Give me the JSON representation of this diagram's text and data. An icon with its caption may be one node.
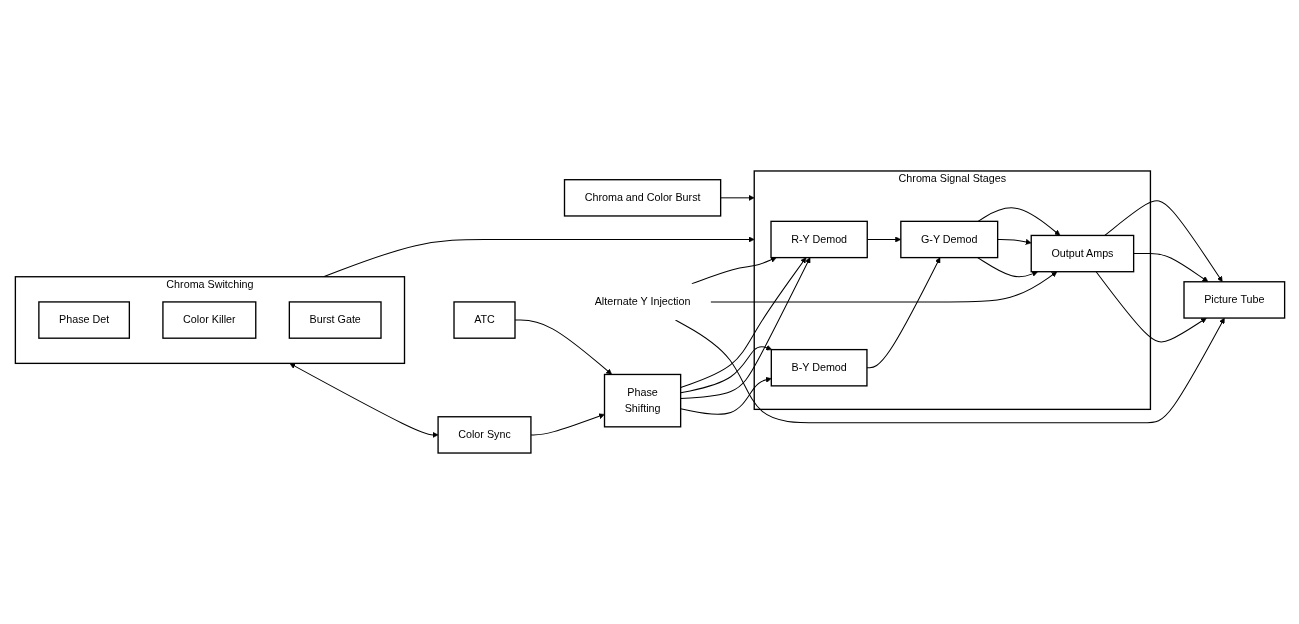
{
  "diagram": {
    "nodes": [
      {
        "text": [
          "Chroma and Color Burst"
        ]
      },
      {
        "text": [
          "Chroma Switching"
        ]
      },
      {
        "text": [
          "Phase Det"
        ],
        "in": 1
      },
      {
        "text": [
          "Color Killer"
        ],
        "in": 1
      },
      {
        "text": [
          "Burst Gate"
        ],
        "in": 1
      },
      {
        "text": [
          "Chroma Signal Stages"
        ]
      },
      {
        "text": [
          "R-Y Demod"
        ],
        "in": 5
      },
      {
        "text": [
          "G-Y Demod"
        ],
        "in": 5
      },
      {
        "text": [
          "B-Y Demod"
        ],
        "in": 5
      },
      {
        "text": [
          "Output Amps"
        ],
        "in": 5
      },
      {
        "text": [
          "Picture Tube"
        ]
      },
      {
        "text": [
          "Color Sync"
        ]
      },
      {
        "text": [
          "Phase",
          "Shifting"
        ]
      },
      {
        "text": [
          "ATC"
        ]
      },
      {
        "text": [
          "Alternate Y Injection"
        ]
      }
    ],
    "edges": [
      {
        "from": 0,
        "to": 5,
        "arrow": "to"
      },
      {
        "from": 1,
        "to": 5,
        "arrow": "to"
      },
      {
        "from": 1,
        "to": 11,
        "arrow": "both"
      },
      {
        "from": 11,
        "to": 12,
        "arrow": "to"
      },
      {
        "from": 13,
        "to": 12,
        "arrow": "to"
      },
      {
        "from": 12,
        "to": 6,
        "arrow": "to"
      },
      {
        "from": 12,
        "to": 8,
        "arrow": "to"
      },
      {
        "from": 12,
        "to": 6,
        "arrow": "to"
      },
      {
        "from": 12,
        "to": 8,
        "arrow": "to"
      },
      {
        "from": 6,
        "to": 7,
        "arrow": "to"
      },
      {
        "from": 8,
        "to": 7,
        "arrow": "to"
      },
      {
        "from": 7,
        "to": 9,
        "arrow": "to"
      },
      {
        "from": 7,
        "to": 9,
        "arrow": "to"
      },
      {
        "from": 7,
        "to": 9,
        "arrow": "to"
      },
      {
        "from": 14,
        "to": 6,
        "arrow": "to"
      },
      {
        "from": 14,
        "to": 9,
        "arrow": "to"
      },
      {
        "from": 14,
        "to": 10,
        "arrow": "to"
      },
      {
        "from": 9,
        "to": 10,
        "arrow": "to"
      },
      {
        "from": 9,
        "to": 10,
        "arrow": "to"
      },
      {
        "from": 9,
        "to": 10,
        "arrow": "to"
      }
    ]
  }
}
